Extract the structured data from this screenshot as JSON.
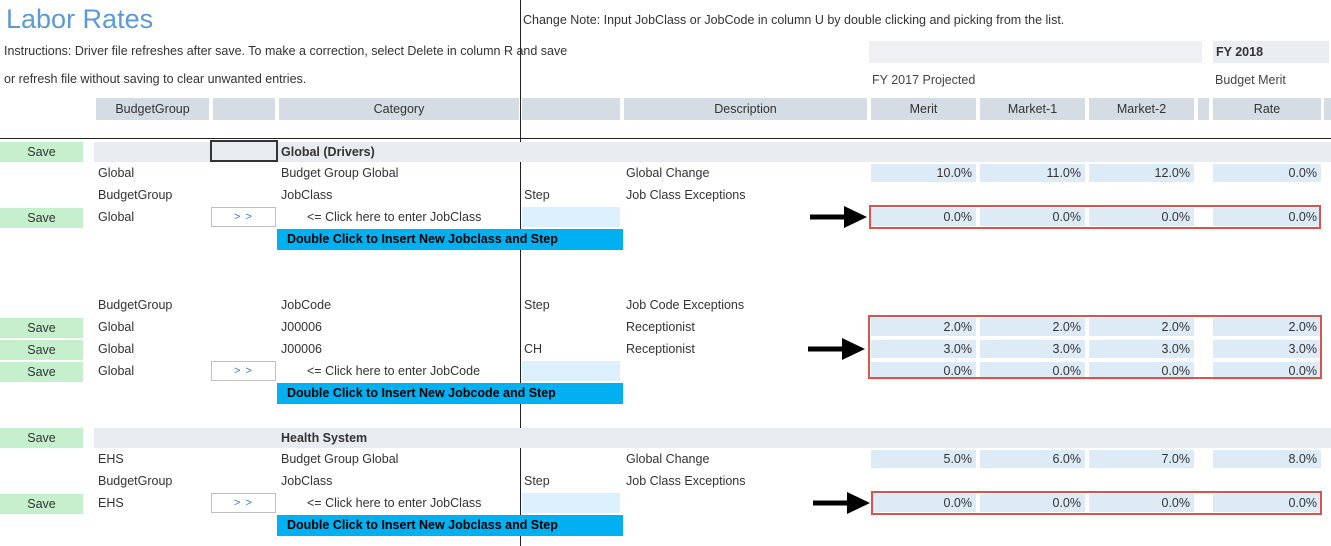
{
  "title": "Labor Rates",
  "change_note": "Change Note: Input JobClass or JobCode in column U by double clicking and picking from the list.",
  "instructions_line1": "Instructions:  Driver file refreshes after save.  To make a correction, select Delete in column R and save",
  "instructions_line2": "or refresh file without saving to clear unwanted entries.",
  "fy_header": "FY 2018",
  "fy2017_label": "FY 2017 Projected",
  "budget_merit_label": "Budget Merit",
  "columns": {
    "budgetgroup": "BudgetGroup",
    "category": "Category",
    "description": "Description",
    "merit": "Merit",
    "market1": "Market-1",
    "market2": "Market-2",
    "rate": "Rate"
  },
  "save_label": "Save",
  "arrow_button_label": "> >",
  "labels": {
    "budgetgroup": "BudgetGroup",
    "jobclass": "JobClass",
    "jobcode": "JobCode",
    "step": "Step",
    "job_class_exceptions": "Job Class Exceptions",
    "job_code_exceptions": "Job Code Exceptions",
    "budget_group_global": "Budget Group Global",
    "global_change": "Global Change",
    "click_jobclass": "<= Click here to enter JobClass",
    "click_jobcode": "<= Click here to enter JobCode",
    "insert_jobclass": "Double Click to Insert New Jobclass and Step",
    "insert_jobcode": "Double Click to Insert New Jobcode and Step"
  },
  "section_global": {
    "name": "Global (Drivers)",
    "group": "Global",
    "global_values": [
      "10.0%",
      "11.0%",
      "12.0%",
      "0.0%"
    ],
    "jobclass_entry_values": [
      "0.0%",
      "0.0%",
      "0.0%",
      "0.0%"
    ],
    "jobcode_rows": [
      {
        "group": "Global",
        "code": "J00006",
        "step": "",
        "description": "Receptionist",
        "values": [
          "2.0%",
          "2.0%",
          "2.0%",
          "2.0%"
        ]
      },
      {
        "group": "Global",
        "code": "J00006",
        "step": "CH",
        "description": "Receptionist",
        "values": [
          "3.0%",
          "3.0%",
          "3.0%",
          "3.0%"
        ]
      }
    ],
    "jobcode_entry_values": [
      "0.0%",
      "0.0%",
      "0.0%",
      "0.0%"
    ]
  },
  "section_health": {
    "name": "Health System",
    "group": "EHS",
    "global_values": [
      "5.0%",
      "6.0%",
      "7.0%",
      "8.0%"
    ],
    "jobclass_entry_values": [
      "0.0%",
      "0.0%",
      "0.0%",
      "0.0%"
    ]
  }
}
